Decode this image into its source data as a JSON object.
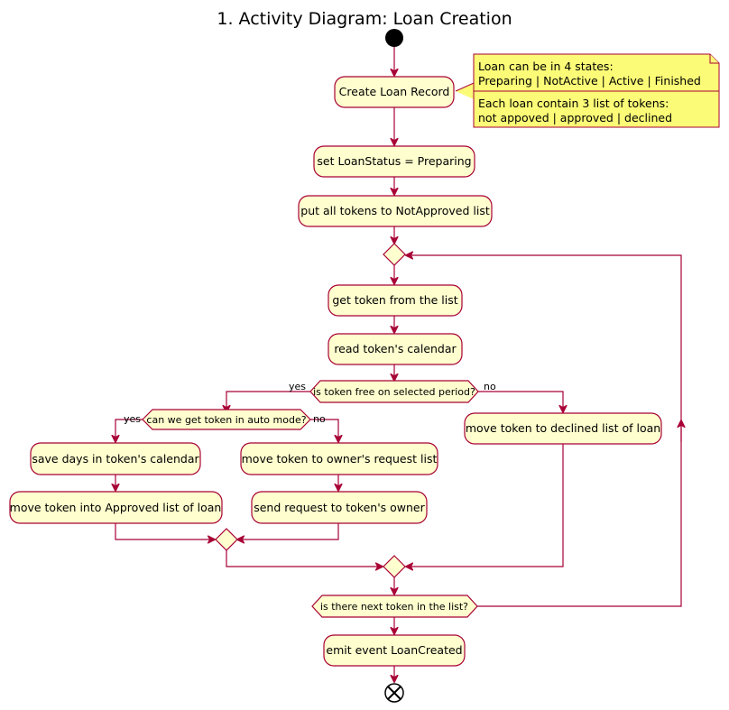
{
  "title": "1. Activity Diagram: Loan Creation",
  "activities": {
    "create_loan": "Create Loan Record",
    "set_status": "set LoanStatus = Preparing",
    "put_tokens": "put all tokens to NotApproved list",
    "get_token": "get token from the list",
    "read_calendar": "read token's calendar",
    "move_declined": "move token to declined list of loan",
    "save_days": "save days in token's calendar",
    "move_approved": "move token into Approved list of loan",
    "move_request": "move token to owner's request list",
    "send_request": "send request to token's owner",
    "emit_event": "emit event LoanCreated"
  },
  "conditions": {
    "token_free": "is token free on selected period?",
    "auto_mode": "can we get token in auto mode?",
    "next_token": "is there next token in the list?"
  },
  "branch_labels": {
    "free_yes": "yes",
    "free_no": "no",
    "auto_yes": "yes",
    "auto_no": "no"
  },
  "note": {
    "line1": "Loan can be in 4 states:",
    "line2": "Preparing | NotActive | Active | Finished",
    "line3": "Each loan contain 3 list of tokens:",
    "line4": "not appoved | approved | declined"
  },
  "colors": {
    "activity_fill": "#FEFECE",
    "border": "#A80036",
    "note_fill": "#FBFB77"
  }
}
